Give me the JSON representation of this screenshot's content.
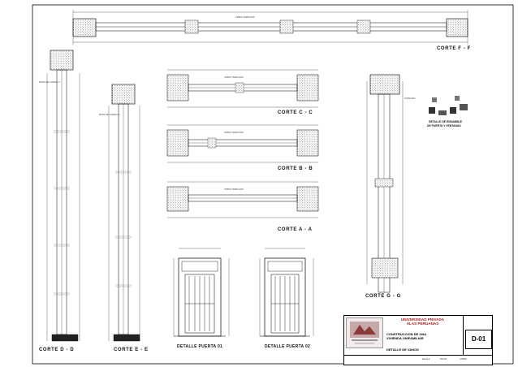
{
  "title": "PLANO D-01",
  "sections": {
    "ff": "CORTE   F - F",
    "cc": "CORTE   C - C",
    "bb": "CORTE   B - B",
    "aa": "CORTE   A - A",
    "dd": "CORTE   D - D",
    "ee": "CORTE   E - E",
    "gg": "CORTE   G - G"
  },
  "details": {
    "puerta01": "DETALLE PUERTA 01",
    "puerta02": "DETALLE PUERTA 02",
    "marcos": "DETALLE DE ENSAMBLE",
    "marcos_line2": "DE PUERTA Y VENTANAS"
  },
  "annotations": {
    "vidrio": "VIDRIO TEMPLADO",
    "muro": "MURO DE LADRILLO",
    "tarrajeo": "TARRAJEO"
  },
  "title_block": {
    "university_line1": "UNIVERSIDAD PRIVADA",
    "university_line2": "ALAS PERUANAS",
    "project_line1": "CONSTRUCCION DE UNA",
    "project_line2": "VIVIENDA UNIFAMILIAR",
    "drawing": "DETALLE DE VANOS",
    "sheet_code": "D-01",
    "field_escala": "ESCALA",
    "field_fecha": "FECHA",
    "field_lamina": "LAMINA"
  },
  "colors": {
    "line": "#111111",
    "hatch": "#555555",
    "accent": "#b01818"
  }
}
